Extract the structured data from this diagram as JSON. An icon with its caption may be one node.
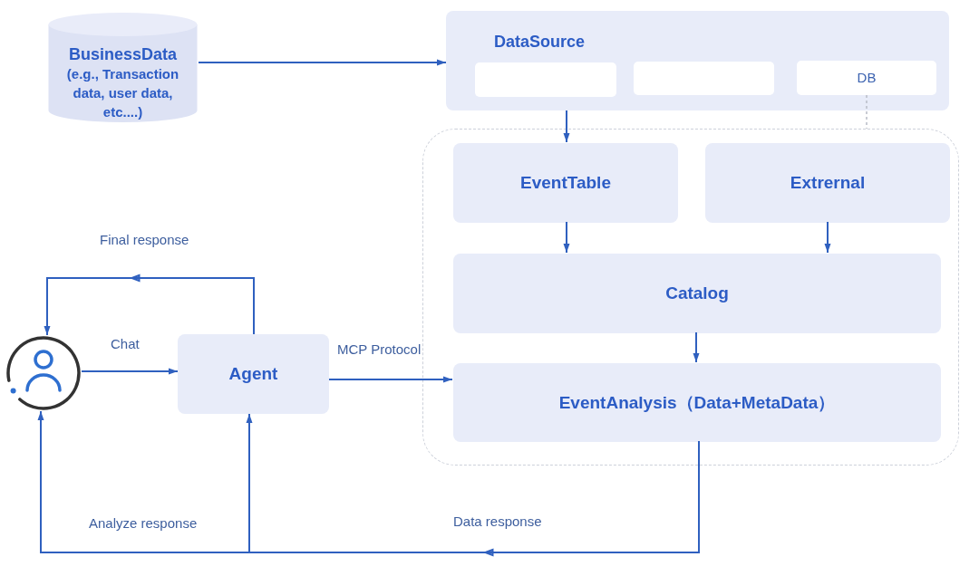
{
  "diagram": {
    "nodes": [
      {
        "text": [
          "BusinessData",
          "(e.g., Transaction data, user data, etc....)"
        ]
      },
      {
        "text": [
          "DataSource"
        ]
      },
      {
        "text": [],
        "shape": "box",
        "in": 1
      },
      {
        "text": [],
        "shape": "box",
        "in": 1
      },
      {
        "text": [
          "DB"
        ],
        "in": 1
      },
      {
        "text": [],
        "shape": "box"
      },
      {
        "text": [
          "EventTable"
        ],
        "in": 5
      },
      {
        "text": [
          "Extrernal"
        ],
        "in": 5
      },
      {
        "text": [
          "Catalog"
        ],
        "in": 5
      },
      {
        "text": [
          "EventAnalysis（Data+MetaData）"
        ],
        "in": 5
      },
      {
        "text": [],
        "shape": "person"
      },
      {
        "text": [
          "Agent"
        ]
      }
    ],
    "edges": [
      {
        "from": 0,
        "to": 1,
        "arrow": "to"
      },
      {
        "from": 1,
        "to": 6,
        "arrow": "to"
      },
      {
        "from": 4,
        "to": 5,
        "arrow": "none",
        "style": "dashed",
        "color": "#b8bcc6"
      },
      {
        "from": 6,
        "to": 8,
        "arrow": "to"
      },
      {
        "from": 7,
        "to": 8,
        "arrow": "to"
      },
      {
        "from": 8,
        "to": 9,
        "arrow": "to"
      },
      {
        "from": 11,
        "to": 10,
        "arrow": "to",
        "label": "Final response"
      },
      {
        "from": 10,
        "to": 11,
        "arrow": "to",
        "label": "Chat"
      },
      {
        "from": 11,
        "to": 9,
        "arrow": "to",
        "label": "MCP Protocol"
      },
      {
        "from": 9,
        "to": 10,
        "arrow": "to",
        "label": "Analyze response"
      },
      {
        "from": 9,
        "to": 11,
        "arrow": "to",
        "label": "Data response"
      }
    ]
  }
}
